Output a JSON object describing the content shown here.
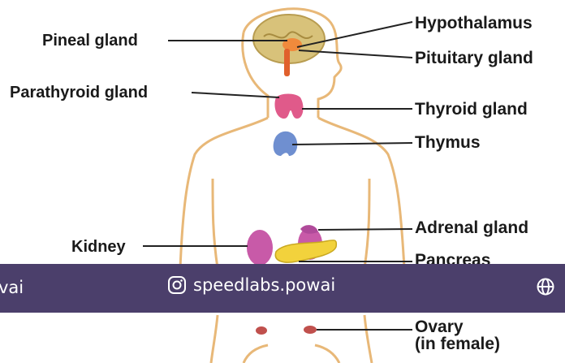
{
  "labels": {
    "hypothalamus": "Hypothalamus",
    "pineal": "Pineal gland",
    "pituitary": "Pituitary gland",
    "parathyroid": "Parathyroid gland",
    "thyroid": "Thyroid gland",
    "thymus": "Thymus",
    "adrenal": "Adrenal gland",
    "kidney": "Kidney",
    "pancreas": "Pancreas",
    "ovary": "Ovary",
    "ovary_note": "(in female)"
  },
  "banner": {
    "left_text": "vai",
    "handle": "speedlabs.powai",
    "handle_icon": "instagram-icon",
    "right_icon": "globe-icon",
    "background": "#4b3f6b"
  },
  "colors": {
    "body_outline": "#e8b878",
    "brain": "#d8c27a",
    "hypothalamus": "#f08a3c",
    "thyroid": "#e05a8a",
    "thymus": "#6f8fd0",
    "kidney": "#c85aa8",
    "adrenal": "#b04a9a",
    "pancreas": "#f2d23c",
    "ovary": "#c0504d"
  }
}
